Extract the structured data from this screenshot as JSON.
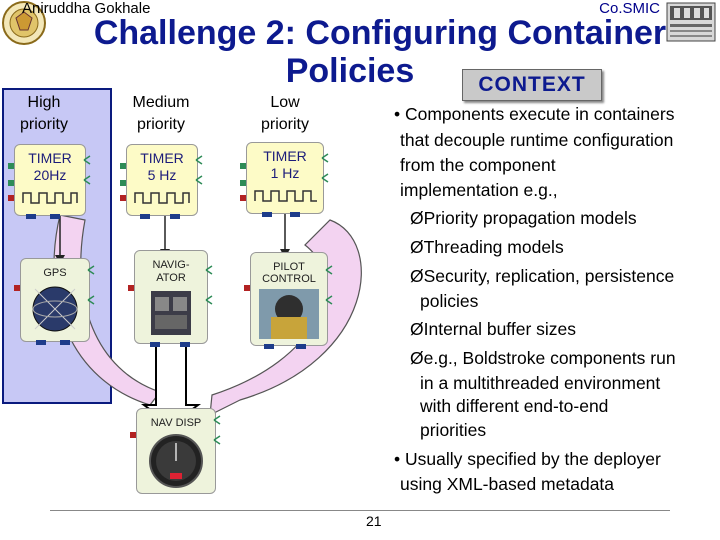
{
  "header": {
    "author": "Aniruddha Gokhale",
    "project": "Co.SMIC"
  },
  "title": {
    "line1": "Challenge 2: Configuring Container",
    "line2": "Policies"
  },
  "context_label": "CONTEXT",
  "priority_labels": {
    "high": [
      "High",
      "priority"
    ],
    "medium": [
      "Medium",
      "priority"
    ],
    "low": [
      "Low",
      "priority"
    ]
  },
  "components": {
    "timer_20hz": [
      "TIMER",
      "20Hz"
    ],
    "timer_5hz": [
      "TIMER",
      "5 Hz"
    ],
    "timer_1hz": [
      "TIMER",
      "1 Hz"
    ],
    "gps": "GPS",
    "navigator": [
      "NAVIG-",
      "ATOR"
    ],
    "pilot_control": [
      "PILOT",
      "CONTROL"
    ],
    "nav_display": "NAV DISP"
  },
  "bullets": [
    "• Components execute in containers",
    "that decouple runtime configuration",
    "from the component",
    "implementation e.g.,",
    "ØPriority propagation models",
    "ØThreading models",
    "ØSecurity, replication, persistence",
    "policies",
    "ØInternal buffer sizes",
    "Øe.g., Boldstroke components run",
    "in a multithreaded environment",
    "with different end-to-end",
    "priorities",
    "• Usually specified by the deployer",
    "using XML-based metadata"
  ],
  "page_number": "21",
  "colors": {
    "title": "#0d1a8f",
    "high_priority_fill": "#c7c8f5",
    "component_fill": "#fdfbc7",
    "arrow_fill": "#f3d3f1"
  }
}
